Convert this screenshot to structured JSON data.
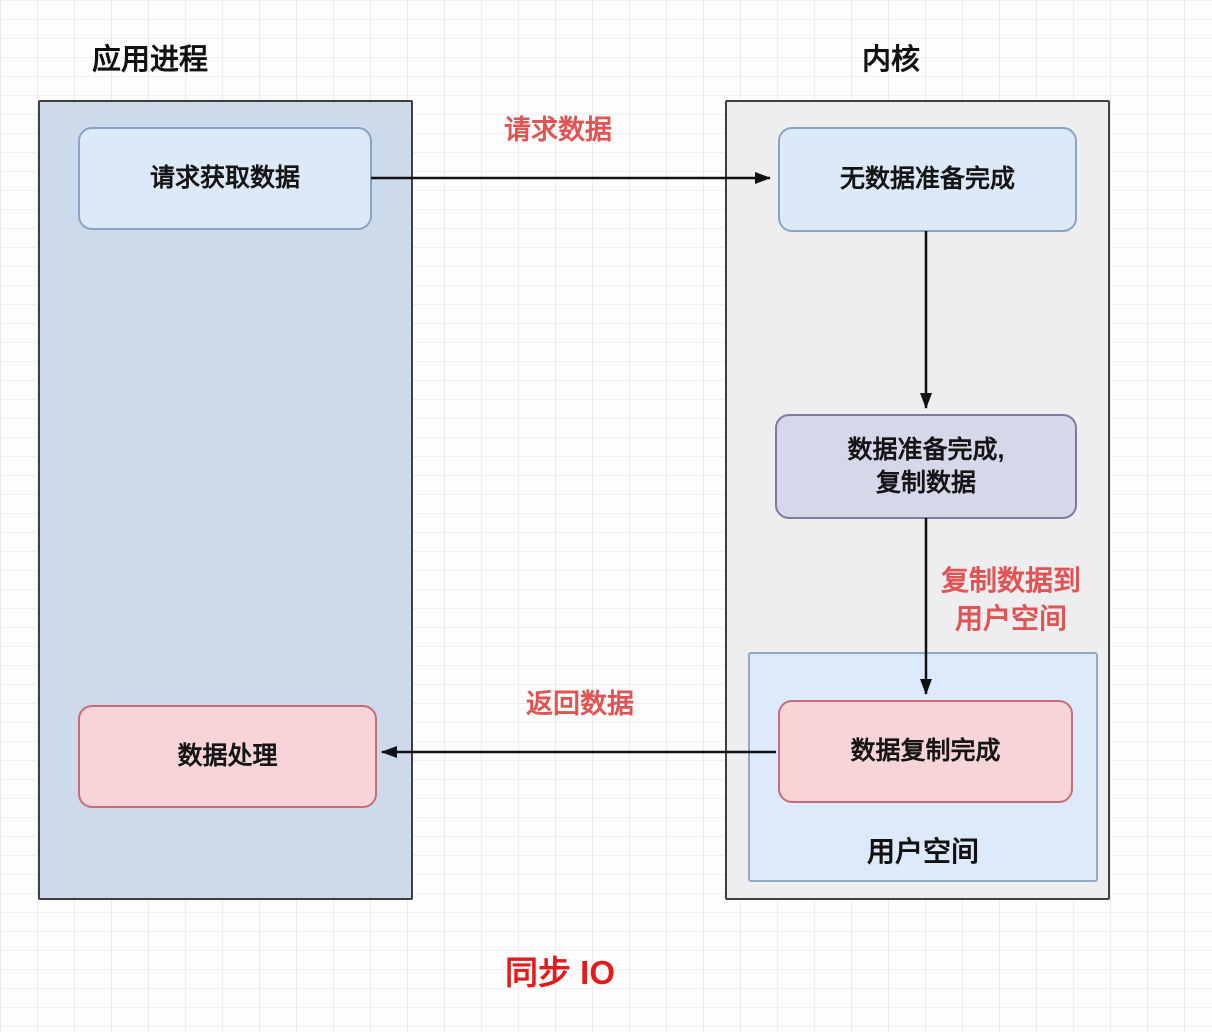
{
  "titles": {
    "app_process": "应用进程",
    "kernel": "内核",
    "bottom": "同步 IO"
  },
  "boxes": {
    "request_fetch_data": "请求获取数据",
    "no_data_ready": "无数据准备完成",
    "data_ready_line1": "数据准备完成,",
    "data_ready_line2": "复制数据",
    "data_copy_done": "数据复制完成",
    "data_processing": "数据处理",
    "user_space": "用户空间"
  },
  "arrow_labels": {
    "request_data": "请求数据",
    "copy_to_user_line1": "复制数据到",
    "copy_to_user_line2": "用户空间",
    "return_data": "返回数据"
  },
  "colors": {
    "app_container_fill": "#ccdaec",
    "kernel_container_fill": "#eeeef1",
    "blue_box_fill": "#dce9f8",
    "purple_box_fill": "#d6d7e9",
    "pink_box_fill": "#f7d4d8",
    "user_space_fill": "#dceafb",
    "label_red": "#e05454",
    "sync_io_red": "#e51a1a",
    "arrow_black": "#111111"
  }
}
